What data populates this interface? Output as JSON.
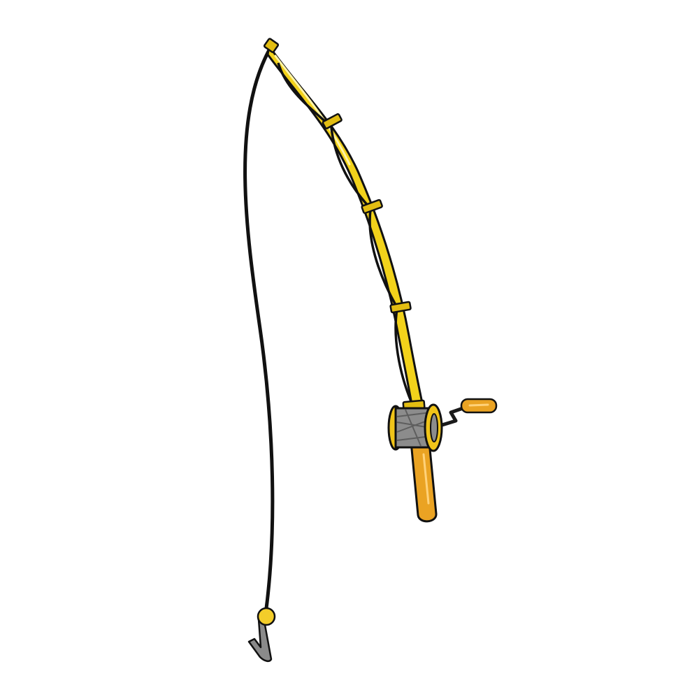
{
  "image": {
    "subject": "fishing-rod",
    "parts": [
      "rod",
      "line-guides",
      "reel",
      "reel-handle",
      "handle-grip",
      "fishing-line",
      "bead",
      "hook"
    ]
  },
  "colors": {
    "background": "#ffffff",
    "rod": "#f2d21b",
    "rod_highlight": "#fff4a8",
    "outline": "#111111",
    "guide": "#e2bd12",
    "reel_side": "#f0c419",
    "reel_spool": "#8c8c8c",
    "reel_thread": "#5e5e5e",
    "grip": "#eaa323",
    "grip_highlight": "#ffd27a",
    "crank": "#1a1a1a",
    "knob": "#eaa323",
    "line": "#111111",
    "bead": "#f3cd2a",
    "hook": "#8a8a8a"
  }
}
